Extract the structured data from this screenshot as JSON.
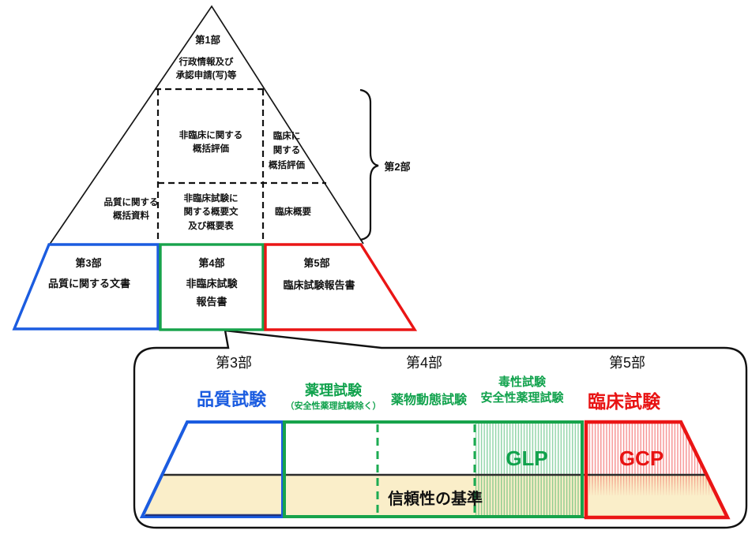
{
  "colors": {
    "blue": "#1b5ce0",
    "green": "#11a24d",
    "red": "#e81212",
    "band_fill": "#faeec9",
    "outline": "#1a1a1a"
  },
  "pyramid": {
    "part1_title": "第1部",
    "part1_subtitle": "行政情報及び\n承認申請(写)等",
    "part2_label": "第2部",
    "nonclinical_overview": "非臨床に関する\n概括評価",
    "clinical_overview": "臨床に\n関する\n概括評価",
    "quality_summary": "品質に関する\n概括資料",
    "nonclinical_summary": "非臨床試験に\n関する概要文\n及び概要表",
    "clinical_summary": "臨床概要",
    "part3": {
      "title": "第3部",
      "label": "品質に関する文書"
    },
    "part4": {
      "title": "第4部",
      "label": "非臨床試験\n報告書"
    },
    "part5": {
      "title": "第5部",
      "label": "臨床試験報告書"
    }
  },
  "detail": {
    "part3_header": "第3部",
    "part4_header": "第4部",
    "part5_header": "第5部",
    "quality_test": "品質試験",
    "pharmacology_test": "薬理試験",
    "pharmacology_note": "（安全性薬理試験除く）",
    "pharmacokinetics_test": "薬物動態試験",
    "toxicity_test": "毒性試験\n安全性薬理試験",
    "clinical_test": "臨床試験",
    "glp_label": "GLP",
    "gcp_label": "GCP",
    "reliability_standard": "信頼性の基準"
  }
}
